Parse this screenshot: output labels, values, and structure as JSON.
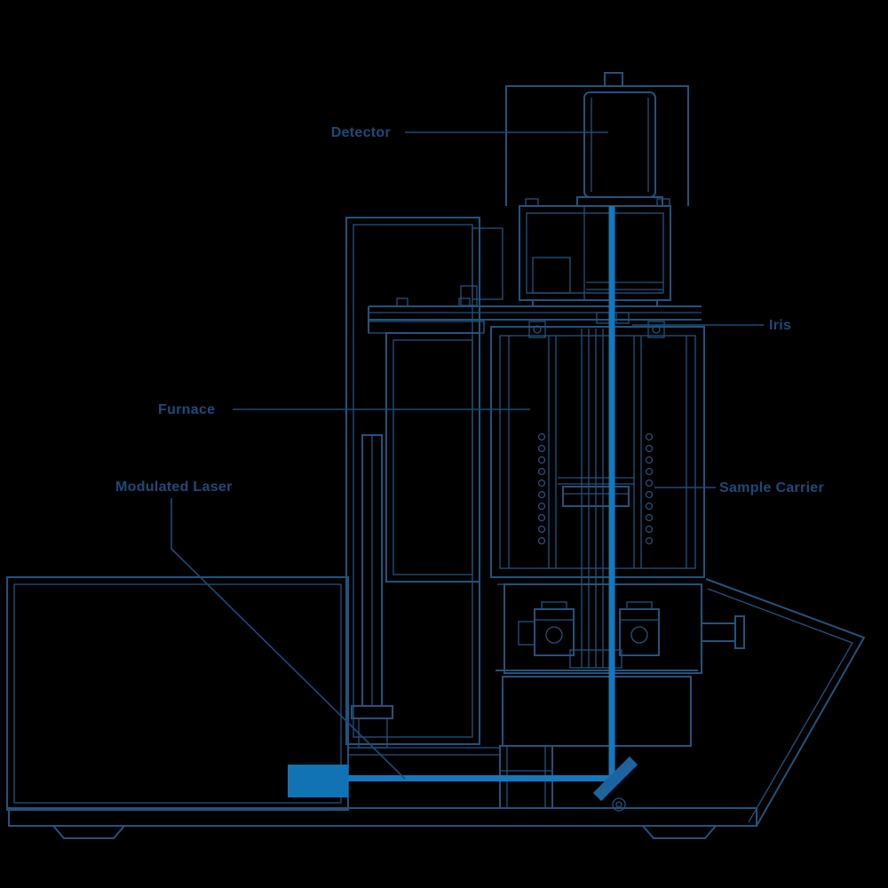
{
  "diagram": {
    "labels": {
      "detector": "Detector",
      "iris": "Iris",
      "furnace": "Furnace",
      "modulated_laser": "Modulated Laser",
      "sample_carrier": "Sample Carrier"
    }
  },
  "colors": {
    "background": "#000000",
    "outline": "#24527c",
    "label": "#1d4a78",
    "beam": "#1478bd",
    "mirror": "#1d639e",
    "laser_fill": "#1273b4"
  }
}
